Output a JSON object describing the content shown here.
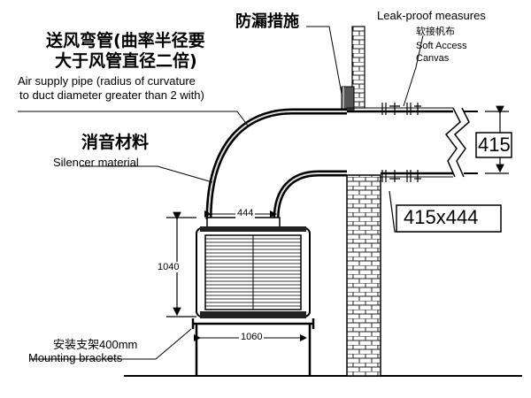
{
  "labels": {
    "bend_cn_line1": "送风弯管(曲率半径要",
    "bend_cn_line2": "大于风管直径二倍)",
    "bend_en_line1": "Air supply pipe (radius of curvature",
    "bend_en_line2": "to duct diameter greater than 2 with)",
    "leak_cn": "防漏措施",
    "leak_en": "Leak-proof measures",
    "canvas_cn": "软接帆布",
    "canvas_en_line1": "Soft Access",
    "canvas_en_line2": "Canvas",
    "silencer_cn": "消音材料",
    "silencer_en": "Silencer material",
    "bracket_cn": "安装支架400mm",
    "bracket_en": "Mounting brackets"
  },
  "dimensions": {
    "duct_height": "415",
    "duct_size": "415x444",
    "outlet_width": "444",
    "unit_height": "1040",
    "bracket_width": "1060"
  }
}
